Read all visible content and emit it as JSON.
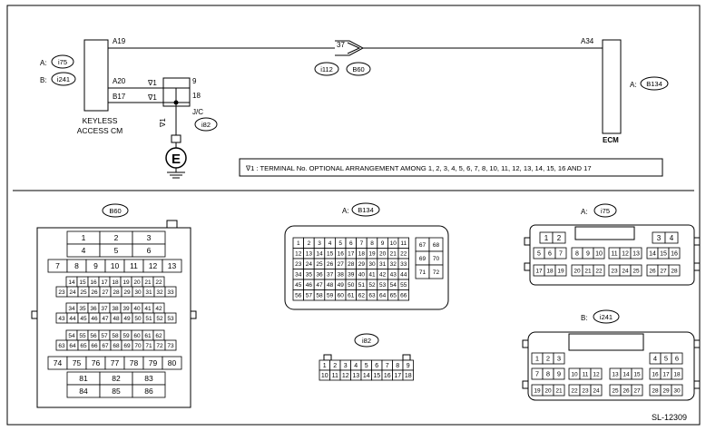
{
  "wiring": {
    "keyless": {
      "name_l1": "KEYLESS",
      "name_l2": "ACCESS CM",
      "label_a": "A:",
      "badge_a": "i75",
      "label_b": "B:",
      "badge_b": "i241",
      "pin_a19": "A19",
      "pin_a20": "A20",
      "pin_b17": "B17"
    },
    "star_mark": "∇1",
    "jc": {
      "label": "J/C",
      "badge": "i82",
      "pin_9": "9",
      "pin_18": "18",
      "ground": "E"
    },
    "inline": {
      "pin": "37",
      "badge_1": "i112",
      "badge_2": "B60"
    },
    "ecm": {
      "name": "ECM",
      "pin": "A34",
      "label": "A:",
      "badge": "B134"
    },
    "footnote": "∇1 : TERMINAL No. OPTIONAL ARRANGEMENT AMONG 1, 2, 3, 4, 5, 6, 7, 8, 10, 11, 12, 13, 14, 15, 16 AND 17"
  },
  "connectors": {
    "b60": {
      "badge": "B60",
      "rows": [
        [
          "1",
          "2",
          "3"
        ],
        [
          "4",
          "5",
          "6"
        ],
        [
          "7",
          "8",
          "9",
          "10",
          "11",
          "12",
          "13"
        ],
        [
          "14",
          "15",
          "16",
          "17",
          "18",
          "19",
          "20",
          "21",
          "22"
        ],
        [
          "23",
          "24",
          "25",
          "26",
          "27",
          "28",
          "29",
          "30",
          "31",
          "32",
          "33"
        ],
        [
          "34",
          "35",
          "36",
          "37",
          "38",
          "39",
          "40",
          "41",
          "42"
        ],
        [
          "43",
          "44",
          "45",
          "46",
          "47",
          "48",
          "49",
          "50",
          "51",
          "52",
          "53"
        ],
        [
          "54",
          "55",
          "56",
          "57",
          "58",
          "59",
          "60",
          "61",
          "62"
        ],
        [
          "63",
          "64",
          "65",
          "66",
          "67",
          "68",
          "69",
          "70",
          "71",
          "72",
          "73"
        ],
        [
          "74",
          "75",
          "76",
          "77",
          "78",
          "79",
          "80"
        ],
        [
          "81",
          "82",
          "83"
        ],
        [
          "84",
          "85",
          "86"
        ]
      ]
    },
    "b134": {
      "label": "A:",
      "badge": "B134",
      "rows": [
        [
          "1",
          "2",
          "3",
          "4",
          "5",
          "6",
          "7",
          "8",
          "9",
          "10",
          "11"
        ],
        [
          "12",
          "13",
          "14",
          "15",
          "16",
          "17",
          "18",
          "19",
          "20",
          "21",
          "22"
        ],
        [
          "23",
          "24",
          "25",
          "26",
          "27",
          "28",
          "29",
          "30",
          "31",
          "32",
          "33"
        ],
        [
          "34",
          "35",
          "36",
          "37",
          "38",
          "39",
          "40",
          "41",
          "42",
          "43",
          "44"
        ],
        [
          "45",
          "46",
          "47",
          "48",
          "49",
          "50",
          "51",
          "52",
          "53",
          "54",
          "55"
        ],
        [
          "56",
          "57",
          "58",
          "59",
          "60",
          "61",
          "62",
          "63",
          "64",
          "65",
          "66"
        ]
      ],
      "side": [
        [
          "67",
          "68"
        ],
        [
          "69",
          "70"
        ],
        [
          "71",
          "72"
        ]
      ]
    },
    "i82": {
      "badge": "i82",
      "rows": [
        [
          "1",
          "2",
          "3",
          "4",
          "5",
          "6",
          "7",
          "8",
          "9"
        ],
        [
          "10",
          "11",
          "12",
          "13",
          "14",
          "15",
          "16",
          "17",
          "18"
        ]
      ]
    },
    "i75": {
      "label": "A:",
      "badge": "i75",
      "rows": [
        [
          "1",
          "2"
        ],
        [
          "3",
          "4"
        ],
        [
          "5",
          "6",
          "7"
        ],
        [
          "8",
          "9",
          "10"
        ],
        [
          "11",
          "12",
          "13"
        ],
        [
          "14",
          "15",
          "16"
        ],
        [
          "17",
          "18",
          "19"
        ],
        [
          "20",
          "21",
          "22"
        ],
        [
          "23",
          "24",
          "25"
        ],
        [
          "26",
          "27",
          "28"
        ]
      ]
    },
    "i241": {
      "label": "B:",
      "badge": "i241",
      "rows": [
        [
          "1",
          "2",
          "3"
        ],
        [
          "4",
          "5",
          "6"
        ],
        [
          "7",
          "8",
          "9"
        ],
        [
          "10",
          "11",
          "12"
        ],
        [
          "13",
          "14",
          "15"
        ],
        [
          "16",
          "17",
          "18"
        ],
        [
          "19",
          "20",
          "21"
        ],
        [
          "22",
          "23",
          "24"
        ],
        [
          "25",
          "26",
          "27"
        ],
        [
          "28",
          "29",
          "30"
        ]
      ]
    }
  },
  "figure_id": "SL-12309"
}
